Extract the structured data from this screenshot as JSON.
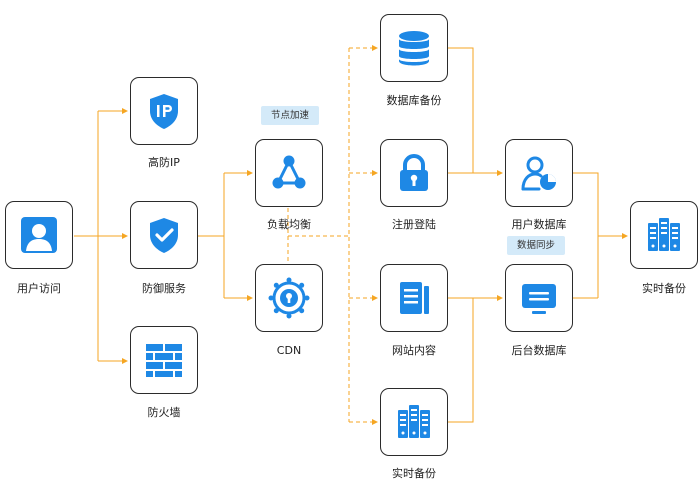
{
  "colors": {
    "icon": "#1e88e5",
    "connector": "#f5a623",
    "tag_bg": "#d4eaf9",
    "border": "#2b2b2b"
  },
  "nodes": {
    "user_access": {
      "label": "用户访问",
      "icon": "user-icon"
    },
    "high_defense_ip": {
      "label": "高防IP",
      "icon": "ip-shield-icon"
    },
    "defense_service": {
      "label": "防御服务",
      "icon": "shield-check-icon"
    },
    "firewall": {
      "label": "防火墙",
      "icon": "brick-wall-icon"
    },
    "load_balancer": {
      "label": "负载均衡",
      "icon": "network-triangle-icon"
    },
    "cdn": {
      "label": "CDN",
      "icon": "cdn-lock-icon"
    },
    "database_backup": {
      "label": "数据库备份",
      "icon": "database-icon"
    },
    "register_login": {
      "label": "注册登陆",
      "icon": "padlock-icon"
    },
    "website_content": {
      "label": "网站内容",
      "icon": "document-icon"
    },
    "realtime_backup_bottom": {
      "label": "实时备份",
      "icon": "server-rack-icon"
    },
    "user_database": {
      "label": "用户数据库",
      "icon": "user-chart-icon"
    },
    "backend_database": {
      "label": "后台数据库",
      "icon": "monitor-icon"
    },
    "realtime_backup_right": {
      "label": "实时备份",
      "icon": "server-rack-icon"
    }
  },
  "tags": {
    "node_acceleration": "节点加速",
    "data_sync": "数据同步"
  }
}
